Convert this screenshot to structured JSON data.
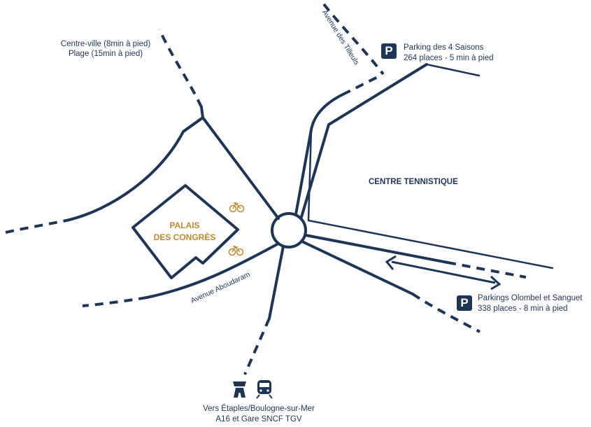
{
  "labels": {
    "centre_ville": "Centre-ville (8min à pied)",
    "plage": "Plage (15min à pied)",
    "parking_4_saisons_title": "Parking des 4 Saisons",
    "parking_4_saisons_info": "264 places - 5 min à pied",
    "avenue_tilleuls": "Avenue des Tilleuls",
    "centre_tennistique": "CENTRE TENNISTIQUE",
    "palais_line1": "PALAIS",
    "palais_line2": "DES CONGRÈS",
    "avenue_aboudaram": "Avenue Aboudaram",
    "parkings_olombel_title": "Parkings Olombel et Sanguet",
    "parkings_olombel_info": "338 places - 8 min à pied",
    "vers_line1": "Vers Étaples/Boulogne-sur-Mer",
    "vers_line2": "A16 et Gare SNCF TGV",
    "parking_symbol": "P"
  },
  "icons": {
    "parking": "parking-icon",
    "bicycle": "bicycle-icon",
    "motorway": "motorway-icon",
    "train": "train-icon"
  },
  "colors": {
    "road": "#1f3556",
    "accent": "#c08a2e",
    "background": "#ffffff"
  }
}
